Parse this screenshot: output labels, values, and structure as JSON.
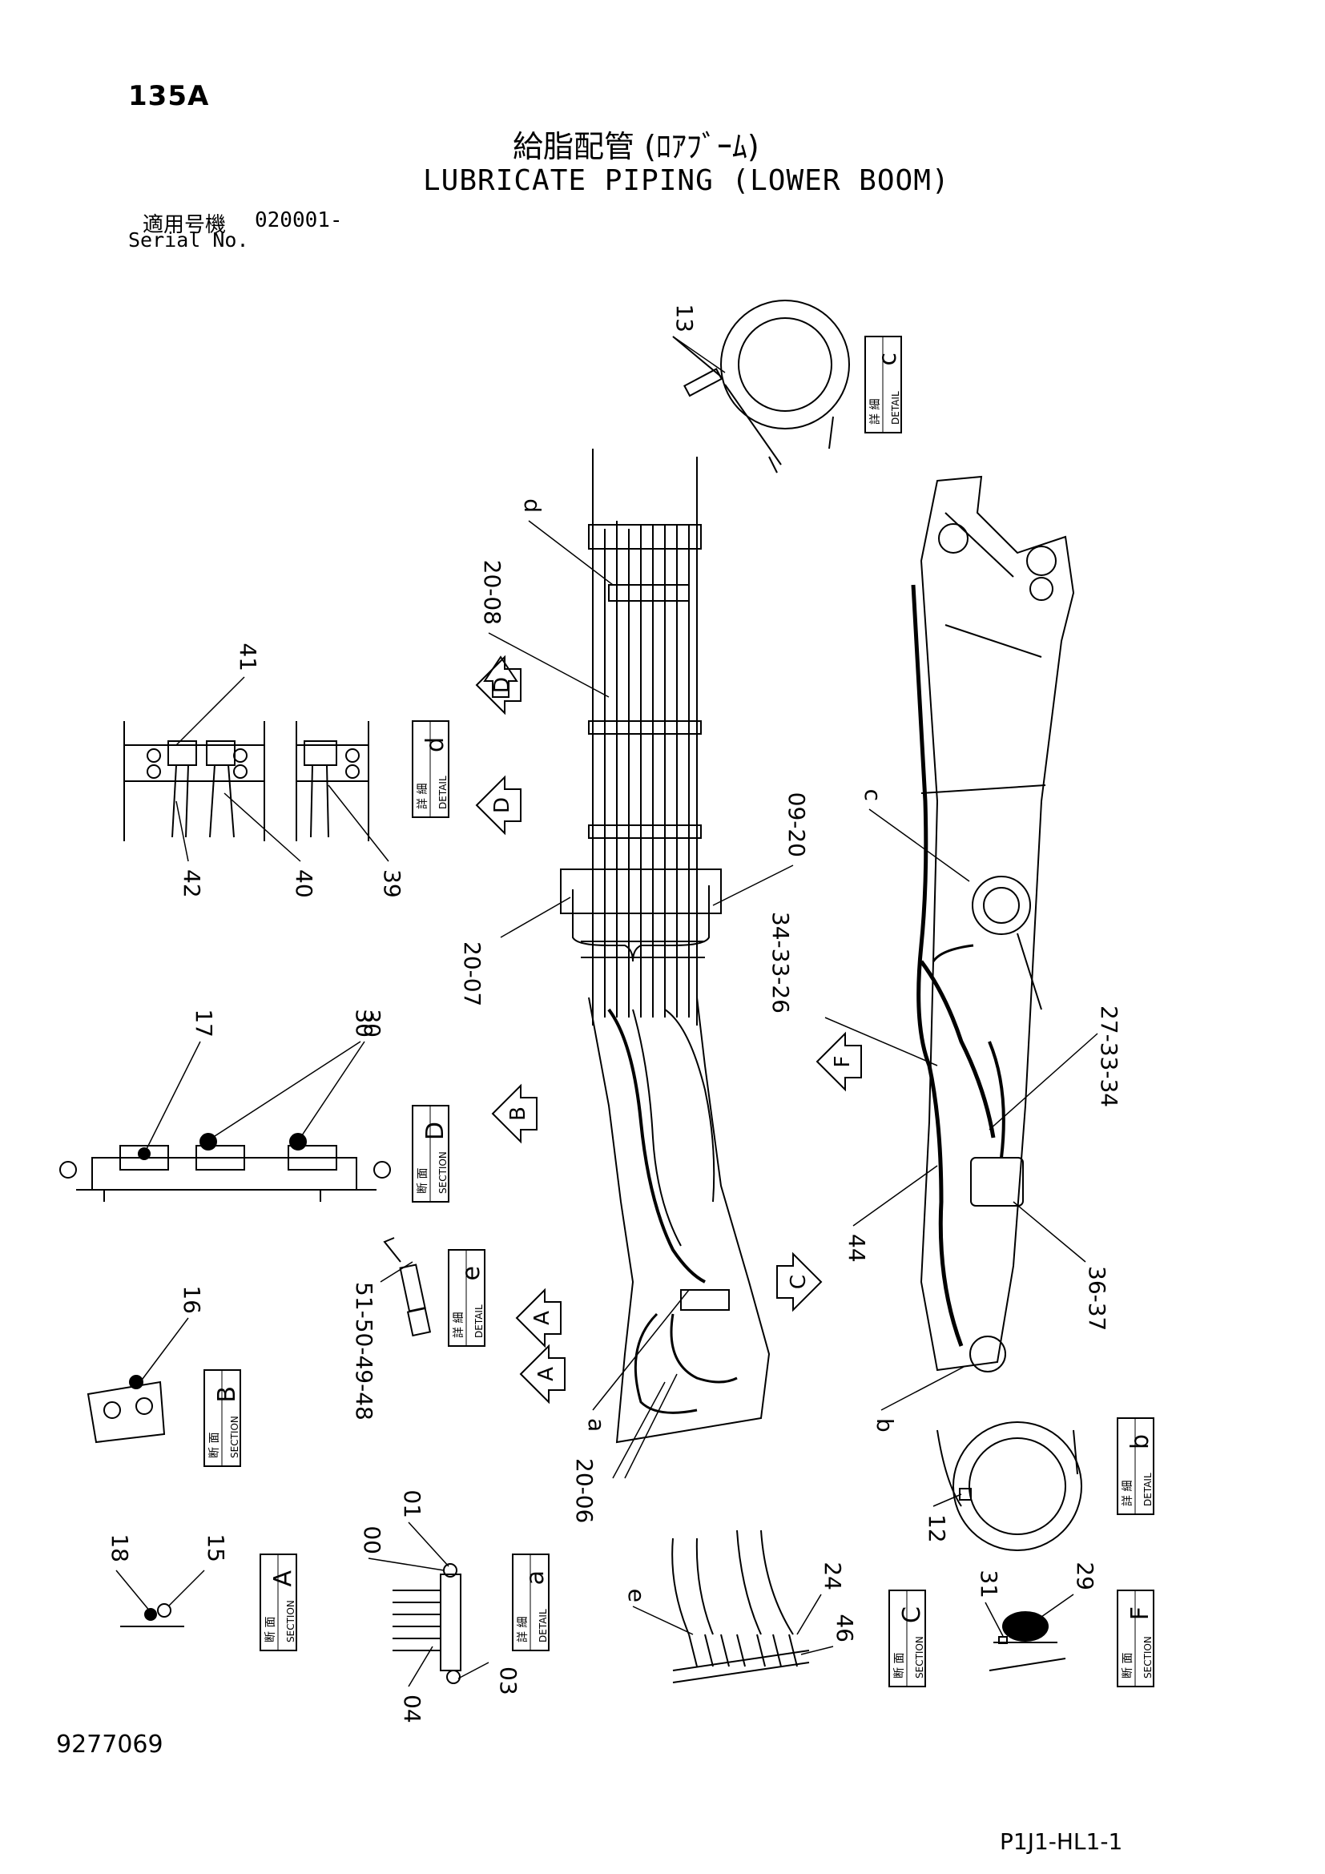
{
  "header": {
    "page_no": "135A",
    "title_jp": "給脂配管 (ﾛｱﾌﾞｰﾑ)",
    "title_en": "LUBRICATE PIPING (LOWER BOOM)",
    "serial_label_jp": "適用号機",
    "serial_value": "020001-",
    "serial_label_en": "Serial No."
  },
  "footer": {
    "drawing_no": "9277069",
    "sheet_code": "P1J1-HL1-1"
  },
  "view_tags": {
    "detail_jp": "詳 細",
    "detail_en": "DETAIL",
    "section_jp": "断 面",
    "section_en": "SECTION",
    "detail_c": "c",
    "detail_d": "d",
    "detail_e": "e",
    "detail_a": "a",
    "detail_b": "b",
    "section_d": "D",
    "section_b": "B",
    "section_a": "A",
    "section_c": "C",
    "section_f": "F"
  },
  "arrows": {
    "d1": "D",
    "d2": "D",
    "b": "B",
    "a1": "A",
    "a2": "A",
    "c": "C",
    "f": "F"
  },
  "callouts": {
    "c13": "13",
    "c_d": "d",
    "c20_08": "20-08",
    "c41": "41",
    "c42": "42",
    "c40": "40",
    "c39": "39",
    "c09_20": "09-20",
    "c20_07": "20-07",
    "c_c": "c",
    "c34_33_26": "34-33-26",
    "c27_33_34": "27-33-34",
    "c17": "17",
    "c30a": "30",
    "c30b": "30",
    "c44": "44",
    "c36_37": "36-37",
    "c51_50_49_48": "51-50-49-48",
    "c16": "16",
    "c_a": "a",
    "c_b": "b",
    "c20_06": "20-06",
    "c12": "12",
    "c18": "18",
    "c15": "15",
    "c00": "00",
    "c01": "01",
    "c04": "04",
    "c03": "03",
    "c_e": "e",
    "c24": "24",
    "c46": "46",
    "c31": "31",
    "c29": "29"
  }
}
